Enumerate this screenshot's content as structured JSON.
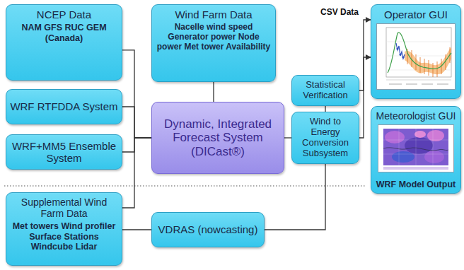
{
  "diagram": {
    "nodes": [
      {
        "text": [
          "NCEP Data",
          "NAM GFS RUC GEM (Canada)"
        ]
      },
      {
        "text": [
          "Wind Farm Data",
          "Nacelle wind speed Generator power Node power Met tower Availability"
        ]
      },
      {
        "text": [
          "Operator GUI"
        ]
      },
      {
        "text": [
          "WRF RTFDDA System"
        ]
      },
      {
        "text": [
          "Statistical Verification"
        ]
      },
      {
        "text": [
          "Dynamic, Integrated Forecast System (DICast®)"
        ]
      },
      {
        "text": [
          "Wind to Energy Conversion Subsystem"
        ]
      },
      {
        "text": [
          "Meteorologist GUI",
          "WRF Model Output"
        ]
      },
      {
        "text": [
          "WRF+MM5 Ensemble System"
        ]
      },
      {
        "text": [
          "Supplemental Wind Farm Data",
          "Met towers Wind profiler Surface Stations Windcube Lidar"
        ]
      },
      {
        "text": [
          "VDRAS (nowcasting)"
        ]
      }
    ],
    "edges": [
      {
        "from": 0,
        "to": 5,
        "arrow": "none"
      },
      {
        "from": 3,
        "to": 5,
        "arrow": "none"
      },
      {
        "from": 8,
        "to": 5,
        "arrow": "none"
      },
      {
        "from": 9,
        "to": 5,
        "arrow": "none"
      },
      {
        "from": 9,
        "to": 10,
        "arrow": "none"
      },
      {
        "from": 1,
        "to": 5,
        "arrow": "none"
      },
      {
        "from": 5,
        "to": 6,
        "arrow": "none"
      },
      {
        "from": 6,
        "to": 4,
        "arrow": "none"
      },
      {
        "from": 10,
        "to": 6,
        "arrow": "none"
      },
      {
        "from": 4,
        "to": 2,
        "label": "CSV Data",
        "arrow": "to"
      },
      {
        "from": 6,
        "to": 2,
        "arrow": "to"
      }
    ]
  }
}
